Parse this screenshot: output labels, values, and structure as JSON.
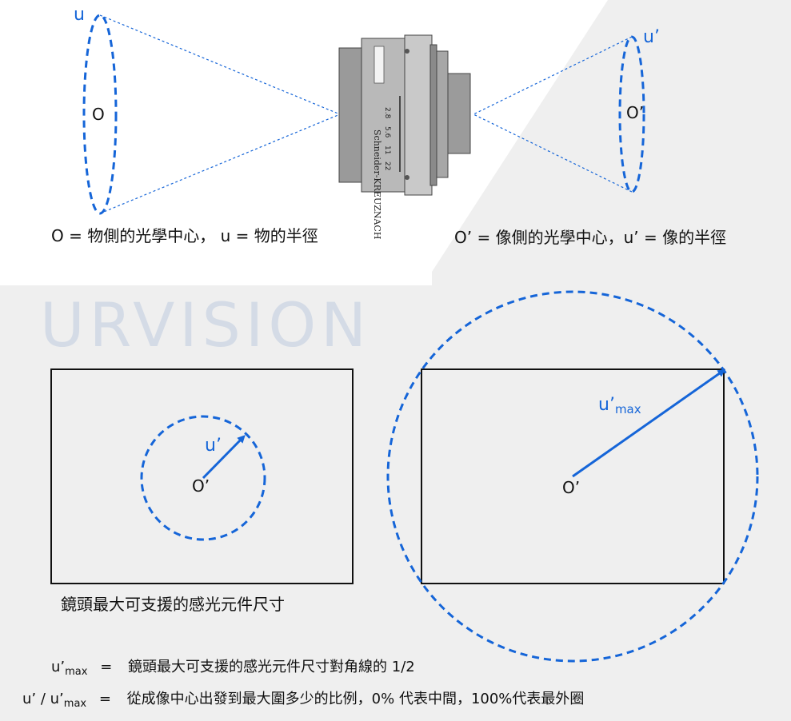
{
  "top": {
    "object_radius_label": "u",
    "object_center_label": "O",
    "image_radius_label": "u’",
    "image_center_label": "O’",
    "object_caption": "O  = 物側的光學中心，  u = 物的半徑",
    "image_caption": "O’ = 像側的光學中心，u’ = 像的半徑"
  },
  "lens": {
    "brand": "Schneider-KREUZNACH",
    "aperture_marks": [
      "2.8",
      "5.6",
      "11",
      "22"
    ]
  },
  "watermark": "URVISION",
  "bottom": {
    "left_radius_label": "u’",
    "left_center_label": "O’",
    "left_caption": "鏡頭最大可支援的感光元件尺寸",
    "right_radius_label": "u’",
    "right_radius_sub": "max",
    "right_center_label": "O’"
  },
  "definitions": [
    {
      "term": "u’",
      "term_sub": "max",
      "eq": "=",
      "text": "鏡頭最大可支援的感光元件尺寸對角線的 1/2"
    },
    {
      "term": "u’ / u’",
      "term_sub": "max",
      "eq": "=",
      "text": "從成像中心出發到最大圍多少的比例，0% 代表中間，100%代表最外圈"
    }
  ],
  "colors": {
    "accent": "#1565d8",
    "panel": "#efefef",
    "watermark": "#d4dbe6"
  }
}
